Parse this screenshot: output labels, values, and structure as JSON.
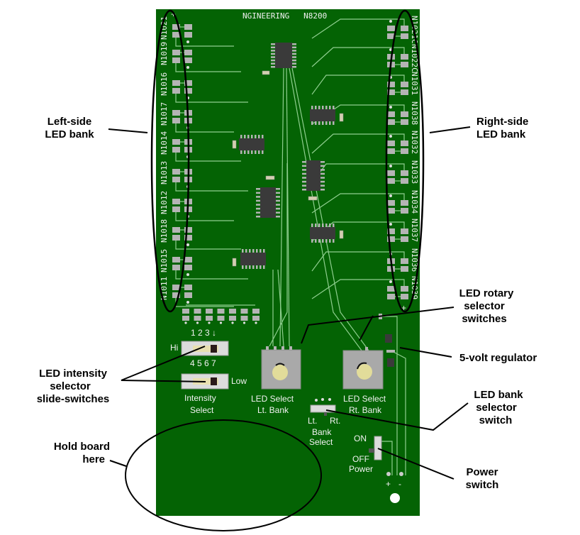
{
  "board": {
    "header": "NGINEERING   N8200",
    "colors": {
      "pcb": "#046304",
      "trace": "#8fce8f",
      "pad": "#b4b4b4",
      "chip": "#3a3a3a",
      "knob": "#e2dc9a",
      "switch_body": "#dcdcdc"
    },
    "left_leds": [
      "N1021",
      "N1019",
      "N1016",
      "N1017",
      "N1014",
      "N1013",
      "N1012",
      "N1018",
      "N1015",
      "N1011"
    ],
    "right_leds": [
      "N1021C",
      "N1022C",
      "N1031",
      "N1038",
      "N1032",
      "N1033",
      "N1034",
      "N1037",
      "N1036",
      "N1039"
    ],
    "plus_marker": "+",
    "intensity": {
      "top_numbers": "1 2 3 ↓",
      "hi_label": "Hi",
      "bottom_numbers": "4 5 6 7",
      "low_label": "Low",
      "caption_line1": "Intensity",
      "caption_line2": "Select"
    },
    "left_selector": {
      "line1": "LED Select",
      "line2": "Lt. Bank"
    },
    "right_selector": {
      "line1": "LED Select",
      "line2": "Rt. Bank"
    },
    "bank_select": {
      "left": "Lt.",
      "right": "Rt.",
      "line1": "Bank",
      "line2": "Select"
    },
    "power": {
      "on": "ON",
      "off": "OFF",
      "label": "Power",
      "plus": "+",
      "minus": "-"
    }
  },
  "callouts": {
    "left_bank": [
      "Left-side",
      "LED bank"
    ],
    "right_bank": [
      "Right-side",
      "LED bank"
    ],
    "rotary": [
      "LED rotary",
      "selector",
      "switches"
    ],
    "regulator": [
      "5-volt regulator"
    ],
    "intensity": [
      "LED intensity",
      "selector",
      "slide-switches"
    ],
    "bank_selector": [
      "LED bank",
      "selector",
      "switch"
    ],
    "hold": [
      "Hold board",
      "here"
    ],
    "power": [
      "Power",
      "switch"
    ]
  }
}
